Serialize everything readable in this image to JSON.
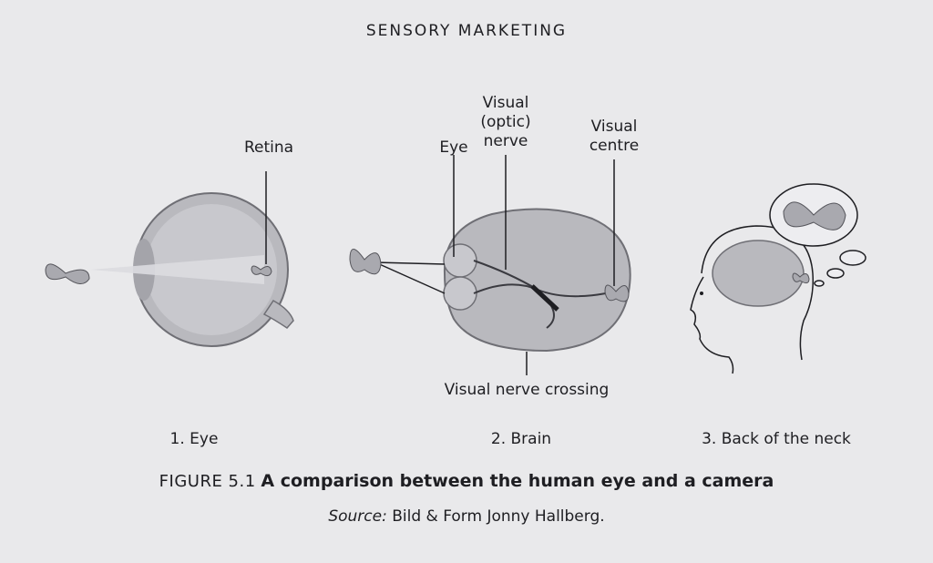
{
  "header": {
    "running_title": "SENSORY MARKETING"
  },
  "labels": {
    "retina": "Retina",
    "eye": "Eye",
    "visual_optic_nerve": [
      "Visual",
      "(optic)",
      "nerve"
    ],
    "visual_centre": [
      "Visual",
      "centre"
    ],
    "visual_nerve_crossing": "Visual nerve crossing"
  },
  "panels": [
    "1. Eye",
    "2. Brain",
    "3. Back of the neck"
  ],
  "caption": {
    "figure_number": "FIGURE 5.1",
    "title": "A comparison between the human eye and a camera",
    "source_label": "Source:",
    "source_text": "Bild & Form Jonny Hallberg."
  },
  "colors": {
    "paper": "#e9e9eb",
    "diagram_fill": "#b9b9be",
    "diagram_dark": "#8f8f95",
    "ink": "#1e1e22"
  }
}
